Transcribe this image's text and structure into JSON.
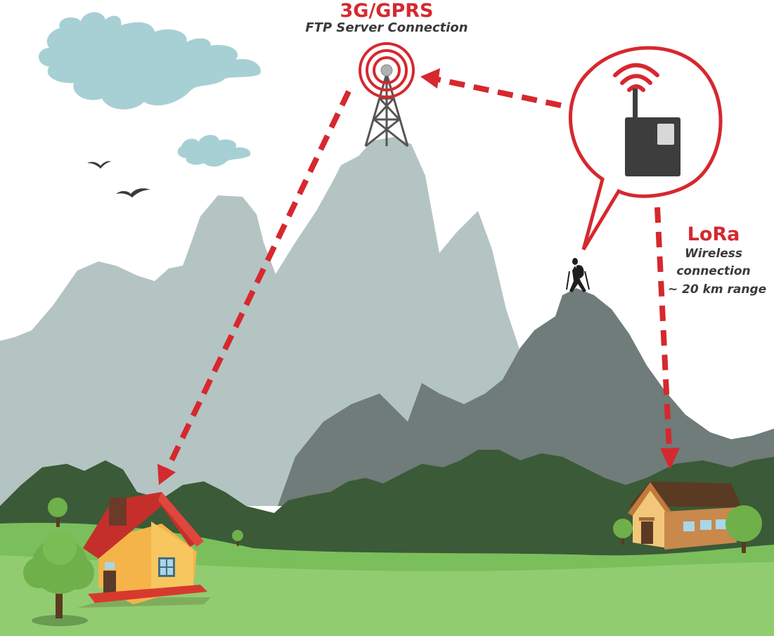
{
  "gprs": {
    "title": "3G/GPRS",
    "subtitle": "FTP Server Connection"
  },
  "lora": {
    "title": "LoRa",
    "line1": "Wireless",
    "line2": "connection",
    "line3": "~ 20 km range"
  },
  "colors": {
    "accent_red": "#d6282f",
    "sky_cloud": "#a7d0d4",
    "mountain_light": "#b4c4c2",
    "mountain_dark": "#6f7c7a",
    "forest": "#3b5a37",
    "grass": "#7bbf5c"
  },
  "icons": [
    "antenna-tower-icon",
    "signal-rings-icon",
    "lora-device-icon",
    "wifi-waves-icon",
    "hiker-icon",
    "bird-icon",
    "house-icon",
    "tree-icon",
    "cloud-icon"
  ]
}
